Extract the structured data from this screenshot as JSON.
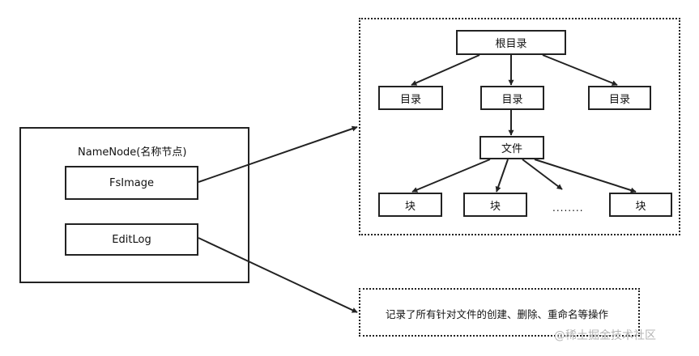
{
  "namenode": {
    "title": "NameNode(名称节点)",
    "fsimage": "FsImage",
    "editlog": "EditLog"
  },
  "tree": {
    "root": "根目录",
    "dir_left": "目录",
    "dir_middle": "目录",
    "dir_right": "目录",
    "file": "文件",
    "block_1": "块",
    "block_2": "块",
    "ellipsis": "........",
    "block_3": "块"
  },
  "editlog_note": "记录了所有针对文件的创建、删除、重命名等操作",
  "watermark": "@稀土掘金技术社区"
}
